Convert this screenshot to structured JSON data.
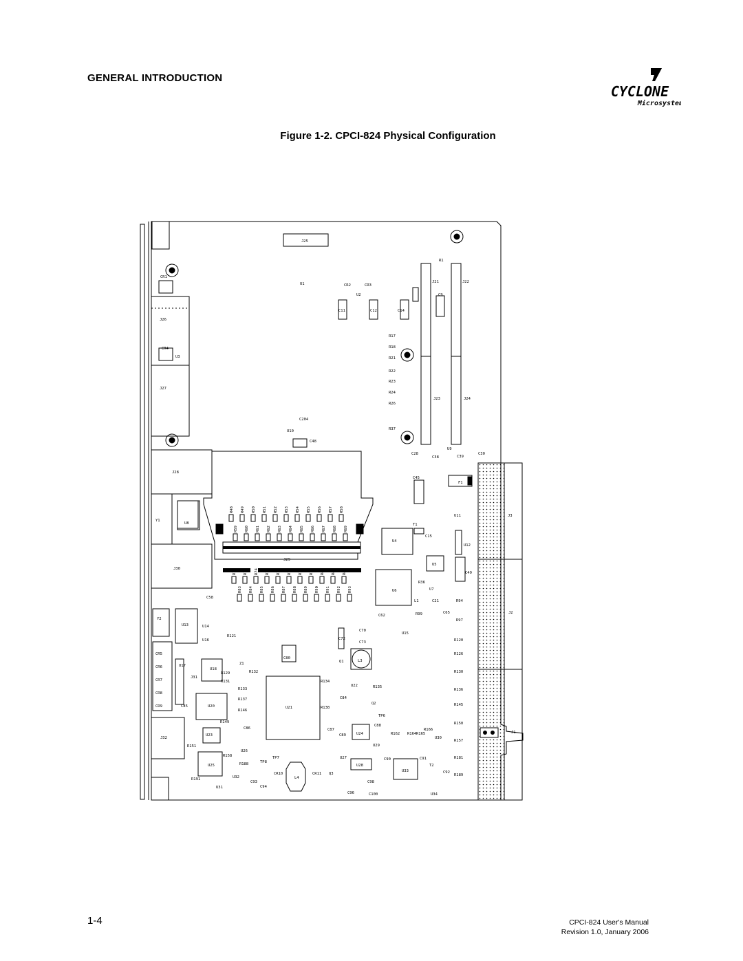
{
  "header": {
    "section_title": "GENERAL INTRODUCTION",
    "logo_name": "CYCLONE",
    "logo_sub": "Microsystems"
  },
  "figure": {
    "caption": "Figure 1-2.  CPCI-824 Physical Configuration"
  },
  "board": {
    "labels": {
      "j25": "J25",
      "r1": "R1",
      "j21": "J21",
      "j22": "J22",
      "cr1": "CR1",
      "u1": "U1",
      "cr2": "CR2",
      "cr3": "CR3",
      "u2": "U2",
      "c9": "C9",
      "c11": "C11",
      "c12": "C12",
      "c14": "C14",
      "j26": "J26",
      "r17": "R17",
      "r18": "R18",
      "r21": "R21",
      "cr4": "CR4",
      "u3": "U3",
      "r22": "R22",
      "r23": "R23",
      "r24": "R24",
      "r26": "R26",
      "j27": "J27",
      "j23": "J23",
      "j24": "J24",
      "c204": "C204",
      "u10": "U10",
      "c48": "C48",
      "r37": "R37",
      "c28": "C28",
      "c38": "C38",
      "u9": "U9",
      "c39": "C39",
      "c30": "C30",
      "j28": "J28",
      "c45": "C45",
      "f1": "F1",
      "y1": "Y1",
      "u8": "U8",
      "u11": "U11",
      "t1": "T1",
      "j3": "J3",
      "u4": "U4",
      "c15": "C15",
      "u12": "U12",
      "j30": "J30",
      "j29": "J29",
      "u5": "U5",
      "c49": "C49",
      "u6": "U6",
      "r36": "R36",
      "u7": "U7",
      "c58": "C58",
      "l1": "L1",
      "c21": "C21",
      "r94": "R94",
      "y2": "Y2",
      "u13": "U13",
      "u14": "U14",
      "c62": "C62",
      "r99": "R99",
      "c65": "C65",
      "j2": "J2",
      "r97": "R97",
      "u15": "U15",
      "c70": "C70",
      "u16": "U16",
      "r121": "R121",
      "c72": "C72",
      "c73": "C73",
      "r120": "R120",
      "cr5": "CR5",
      "r126": "R126",
      "cr6": "CR6",
      "c80": "C80",
      "z1": "Z1",
      "q1": "Q1",
      "l3": "L3",
      "u17": "U17",
      "u18": "U18",
      "r132": "R132",
      "cr7": "CR7",
      "j31": "J31",
      "r129": "R129",
      "r130": "R130",
      "r131": "R131",
      "r134": "R134",
      "u22": "U22",
      "r135": "R135",
      "cr8": "CR8",
      "r133": "R133",
      "r136": "R136",
      "c84": "C84",
      "r137": "R137",
      "cr9": "CR9",
      "c85": "C85",
      "u20": "U20",
      "u21": "U21",
      "r138": "R138",
      "q2": "Q2",
      "r145": "R145",
      "r146": "R146",
      "tp6": "TP6",
      "r149": "R149",
      "c88": "C88",
      "r150": "R150",
      "c86": "C86",
      "c87": "C87",
      "r162": "R162",
      "r164": "R164",
      "r165": "R165",
      "r166": "R166",
      "j1": "J1",
      "j32": "J32",
      "u23": "U23",
      "c89": "C89",
      "u24": "U24",
      "u30": "U30",
      "r157": "R157",
      "r151": "R151",
      "u26": "U26",
      "u29": "U29",
      "r158": "R158",
      "tp8": "TP8",
      "tp7": "TP7",
      "u27": "U27",
      "c90": "C90",
      "c91": "C91",
      "r181": "R181",
      "u25": "U25",
      "r188": "R188",
      "u28": "U28",
      "u33": "U33",
      "t2": "T2",
      "c92": "C92",
      "r189": "R189",
      "r191": "R191",
      "u32": "U32",
      "cr10": "CR10",
      "l4": "L4",
      "cr11": "CR11",
      "q3": "Q3",
      "c98": "C98",
      "u31": "U31",
      "c93": "C93",
      "c94": "C94",
      "c96": "C96",
      "c100": "C100",
      "u34": "U34"
    },
    "resistor_row_top": [
      "R48",
      "R49",
      "R50",
      "R51",
      "R52",
      "R53",
      "R54",
      "R55",
      "R56",
      "R57",
      "R58"
    ],
    "resistor_row_mid": [
      "R59",
      "R60",
      "R61",
      "R62",
      "R63",
      "R64",
      "R65",
      "R66",
      "R67",
      "R68",
      "R69"
    ],
    "resistor_row_low": [
      "R72",
      "R73",
      "R74",
      "R75",
      "R76",
      "R77",
      "R78",
      "R79",
      "R80",
      "R81",
      "R82"
    ],
    "resistor_row_bottom": [
      "R83",
      "R84",
      "R85",
      "R86",
      "R87",
      "R88",
      "R89",
      "R90",
      "R91",
      "R92",
      "R93"
    ]
  },
  "footer": {
    "page_number": "1-4",
    "manual_title": "CPCI-824 User's Manual",
    "revision": "Revision 1.0, January 2006"
  }
}
